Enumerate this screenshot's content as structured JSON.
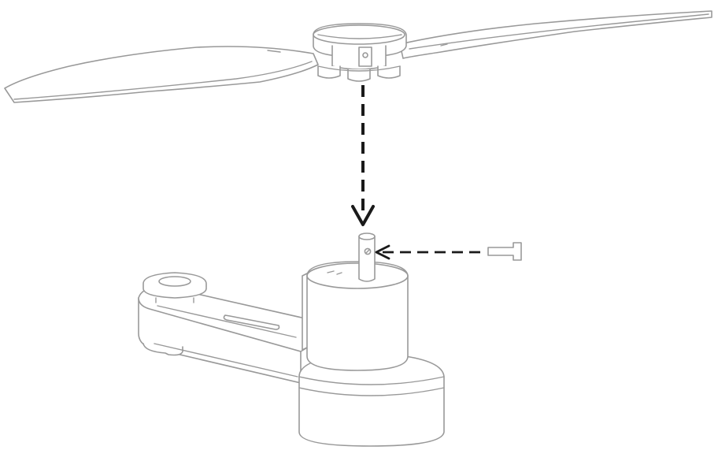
{
  "diagram": {
    "colors": {
      "outline": "#999999",
      "arrow": "#1a1a1a",
      "background": "#ffffff"
    },
    "parts": [
      {
        "key": "propeller",
        "icon": "propeller-icon"
      },
      {
        "key": "motor_arm",
        "icon": "motor-arm-icon"
      },
      {
        "key": "motor_shaft",
        "icon": "motor-shaft-icon"
      },
      {
        "key": "lock_pin",
        "icon": "lock-pin-icon"
      }
    ],
    "arrows": [
      {
        "key": "propeller_to_shaft",
        "style": "dashed",
        "direction": "down"
      },
      {
        "key": "pin_to_shaft_hole",
        "style": "dashed",
        "direction": "left"
      }
    ]
  }
}
